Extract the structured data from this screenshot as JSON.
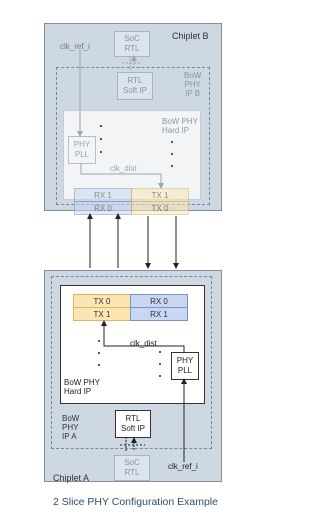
{
  "chiplet_b": {
    "name": "Chiplet B",
    "soc_line1": "SoC",
    "soc_line2": "RTL",
    "rtl_line1": "RTL",
    "rtl_line2": "Soft IP",
    "bow_ip_line1": "BoW",
    "bow_ip_line2": "PHY",
    "bow_ip_line3": "IP B",
    "hard_ip_line1": "BoW PHY",
    "hard_ip_line2": "Hard IP",
    "pll_line1": "PHY",
    "pll_line2": "PLL",
    "clk_ref": "clk_ref_i",
    "clk_dist": "clk_dist",
    "lanes": [
      {
        "left": "RX 1",
        "right": "TX 1"
      },
      {
        "left": "RX 0",
        "right": "TX 0"
      }
    ]
  },
  "chiplet_a": {
    "name": "Chiplet A",
    "soc_line1": "SoC",
    "soc_line2": "RTL",
    "rtl_line1": "RTL",
    "rtl_line2": "Soft IP",
    "bow_ip_line1": "BoW",
    "bow_ip_line2": "PHY",
    "bow_ip_line3": "IP A",
    "hard_ip_line1": "BoW PHY",
    "hard_ip_line2": "Hard IP",
    "pll_line1": "PHY",
    "pll_line2": "PLL",
    "clk_ref": "clk_ref_i",
    "clk_dist": "clk_dist",
    "lanes": [
      {
        "left": "TX 0",
        "right": "RX 0"
      },
      {
        "left": "TX 1",
        "right": "RX 1"
      }
    ]
  },
  "caption": "2 Slice PHY Configuration Example",
  "colors": {
    "chiplet_bg": "#cdd8e3",
    "tx_fill": "#fbe6b3",
    "rx_fill": "#c9d7f2",
    "caption": "#2d4f6b"
  }
}
